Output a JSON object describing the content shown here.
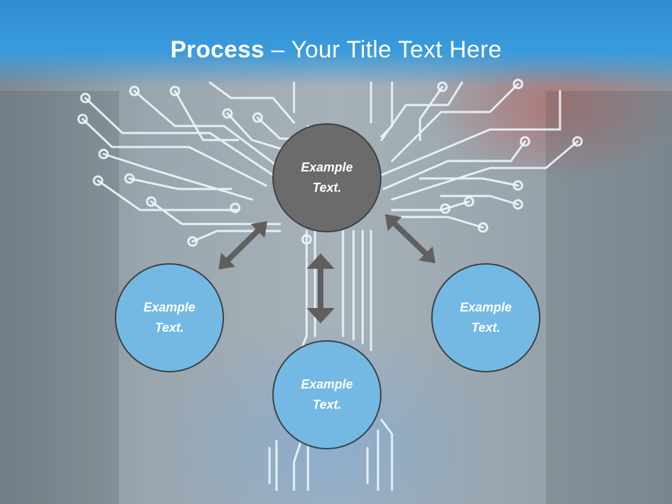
{
  "header": {
    "title_bold": "Process",
    "title_rest": " – Your Title Text Here"
  },
  "nodes": {
    "center": "Example Text.",
    "left": "Example Text.",
    "right": "Example Text.",
    "bottom": "Example Text."
  },
  "colors": {
    "header": "#3a9bdc",
    "center_node": "#6b6b6b",
    "outer_node": "#73b9e3",
    "arrow": "#5f5f5f",
    "circuit": "#e8f6ff"
  }
}
